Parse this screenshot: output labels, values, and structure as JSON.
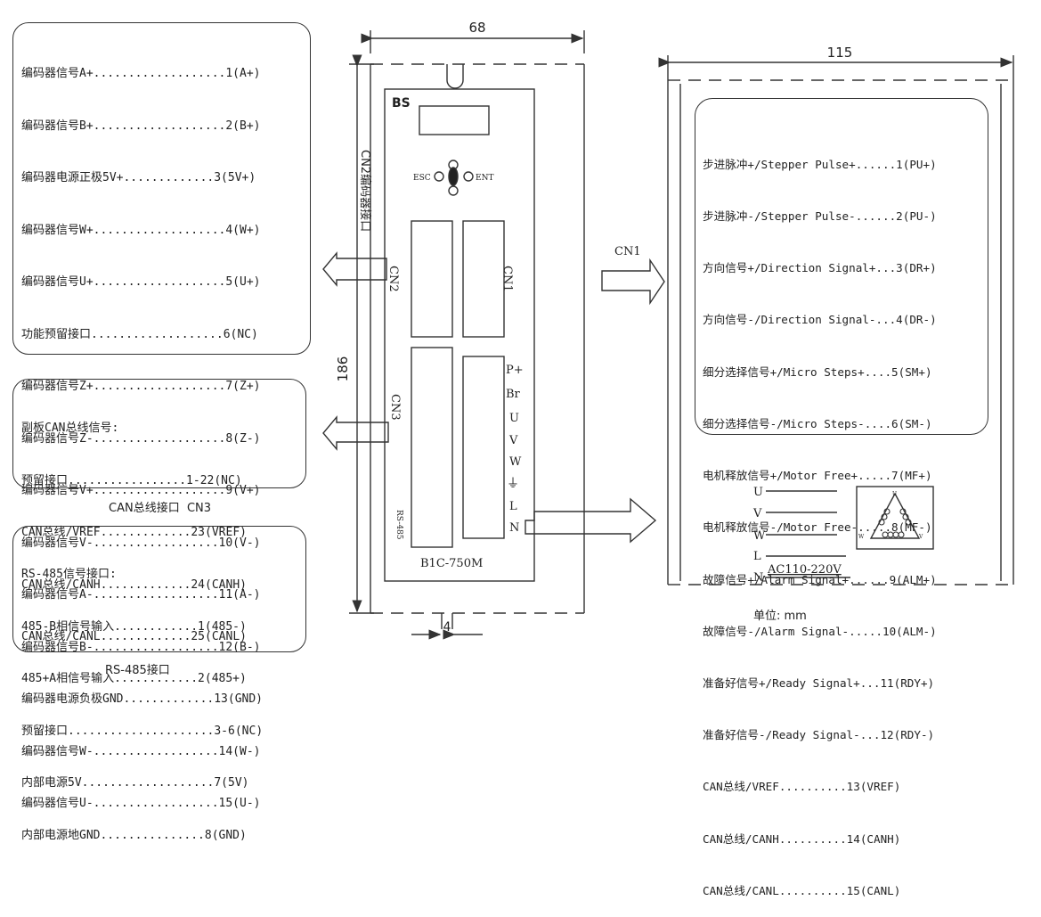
{
  "dims": {
    "width": "68",
    "height": "186",
    "depth": "115",
    "hole": "4"
  },
  "device": {
    "brand": "BS",
    "model": "B1C-750M",
    "esc_label": "ESC",
    "ent_label": "ENT",
    "cn1_label": "CN1",
    "cn2_label": "CN2",
    "cn3_label": "CN3",
    "rs485_label": "RS-485",
    "cn2_vertical_label": "CN2编码器接口",
    "terminals": [
      "P+",
      "Br",
      "U",
      "V",
      "W",
      "⏚",
      "L",
      "N"
    ]
  },
  "cn2_pins": [
    "编码器信号A+...................1(A+)",
    "编码器信号B+...................2(B+)",
    "编码器电源正极5V+.............3(5V+)",
    "编码器信号W+...................4(W+)",
    "编码器信号U+...................5(U+)",
    "功能预留接口...................6(NC)",
    "编码器信号Z+...................7(Z+)",
    "编码器信号Z-...................8(Z-)",
    "编码器信号V+...................9(V+)",
    "编码器信号V-..................10(V-)",
    "编码器信号A-..................11(A-)",
    "编码器信号B-..................12(B-)",
    "编码器电源负极GND.............13(GND)",
    "编码器信号W-..................14(W-)",
    "编码器信号U-..................15(U-)"
  ],
  "can_box": {
    "title": "副板CAN总线信号:",
    "rows": [
      "预留接口.................1-22(NC)",
      "CAN总线/VREF.............23(VREF)",
      "CAN总线/CANH.............24(CANH)",
      "CAN总线/CANL.............25(CANL)"
    ],
    "caption": "CAN总线接口  CN3"
  },
  "rs485_box": {
    "title": "RS-485信号接口:",
    "rows": [
      "485-B相信号输入............1(485-)",
      "485+A相信号输入............2(485+)",
      "预留接口.....................3-6(NC)",
      "内部电源5V...................7(5V)",
      "内部电源地GND...............8(GND)"
    ],
    "caption": "RS-485接口"
  },
  "cn1_pins": [
    "步进脉冲+/Stepper Pulse+......1(PU+)",
    "步进脉冲-/Stepper Pulse-......2(PU-)",
    "方向信号+/Direction Signal+...3(DR+)",
    "方向信号-/Direction Signal-...4(DR-)",
    "细分选择信号+/Micro Steps+....5(SM+)",
    "细分选择信号-/Micro Steps-....6(SM-)",
    "电机释放信号+/Motor Free+.....7(MF+)",
    "电机释放信号-/Motor Free-.....8(MF-)",
    "故障信号+/Alarm Signal+......9(ALM+)",
    "故障信号-/Alarm Signal-.....10(ALM-)",
    "准备好信号+/Ready Signal+...11(RDY+)",
    "准备好信号-/Ready Signal-...12(RDY-)",
    "CAN总线/VREF..........13(VREF)",
    "CAN总线/CANH..........14(CANH)",
    "CAN总线/CANL..........15(CANL)"
  ],
  "power": {
    "labels": [
      "U",
      "V",
      "W",
      "L",
      "N"
    ],
    "voltage": "AC110-220V",
    "motor_u": "U",
    "motor_v": "V",
    "motor_w": "W"
  },
  "unit_label": "单位: mm"
}
